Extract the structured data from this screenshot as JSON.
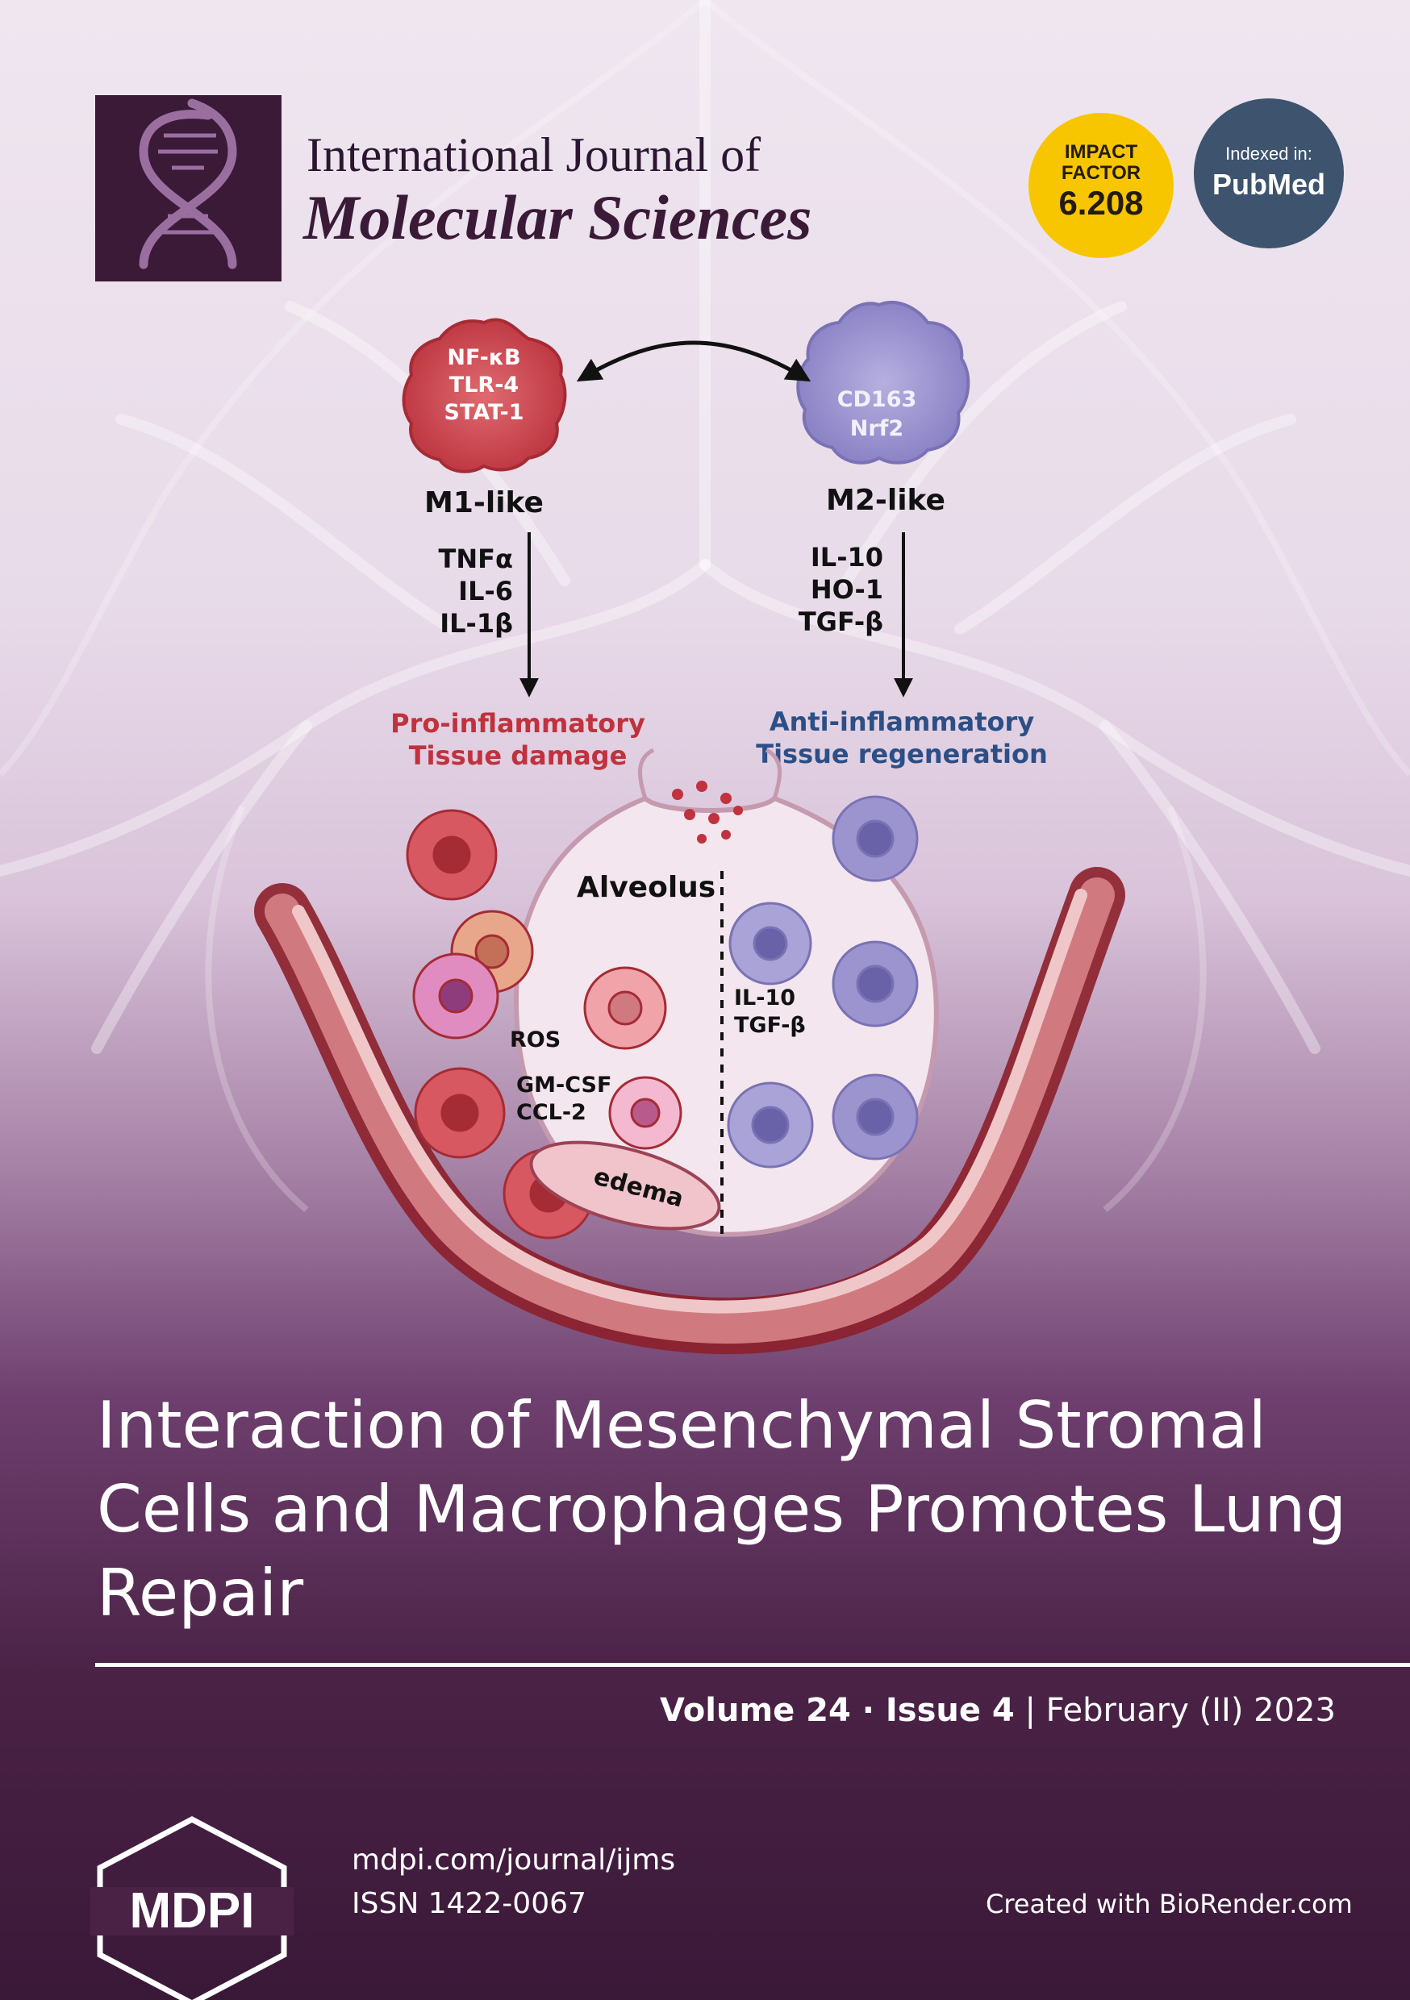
{
  "journal": {
    "title_line1": "International Journal of",
    "title_line2": "Molecular Sciences"
  },
  "badges": {
    "impact_label_1": "IMPACT",
    "impact_label_2": "FACTOR",
    "impact_value": "6.208",
    "indexed_label": "Indexed in:",
    "indexed_value": "PubMed",
    "impact_color": "#f7c600",
    "indexed_color": "#3d536e"
  },
  "figure": {
    "m1_markers": [
      "NF-κB",
      "TLR-4",
      "STAT-1"
    ],
    "m2_markers": [
      "CD163",
      "Nrf2"
    ],
    "m1_label": "M1-like",
    "m2_label": "M2-like",
    "m1_cytokines": [
      "TNFα",
      "IL-6",
      "IL-1β"
    ],
    "m2_cytokines": [
      "IL-10",
      "HO-1",
      "TGF-β"
    ],
    "m1_outcome": [
      "Pro-inflammatory",
      "Tissue damage"
    ],
    "m2_outcome": [
      "Anti-inflammatory",
      "Tissue regeneration"
    ],
    "alveolus_label": "Alveolus",
    "left_labels": [
      "ROS",
      "GM-CSF",
      "CCL-2"
    ],
    "right_labels": [
      "IL-10",
      "TGF-β"
    ],
    "edema_label": "edema",
    "m1_color": "#c9444d",
    "m2_color": "#8d86c4",
    "pro_color": "#c0323d",
    "anti_color": "#2b4f86"
  },
  "article_title": "Interaction of Mesenchymal Stromal Cells and Macrophages Promotes Lung Repair",
  "issue": {
    "volume": "Volume 24",
    "separator": " · ",
    "issue": "Issue 4",
    "date": " | February (II) 2023"
  },
  "footer": {
    "publisher": "MDPI",
    "url": "mdpi.com/journal/ijms",
    "issn": "ISSN 1422-0067",
    "credit": "Created with BioRender.com"
  }
}
